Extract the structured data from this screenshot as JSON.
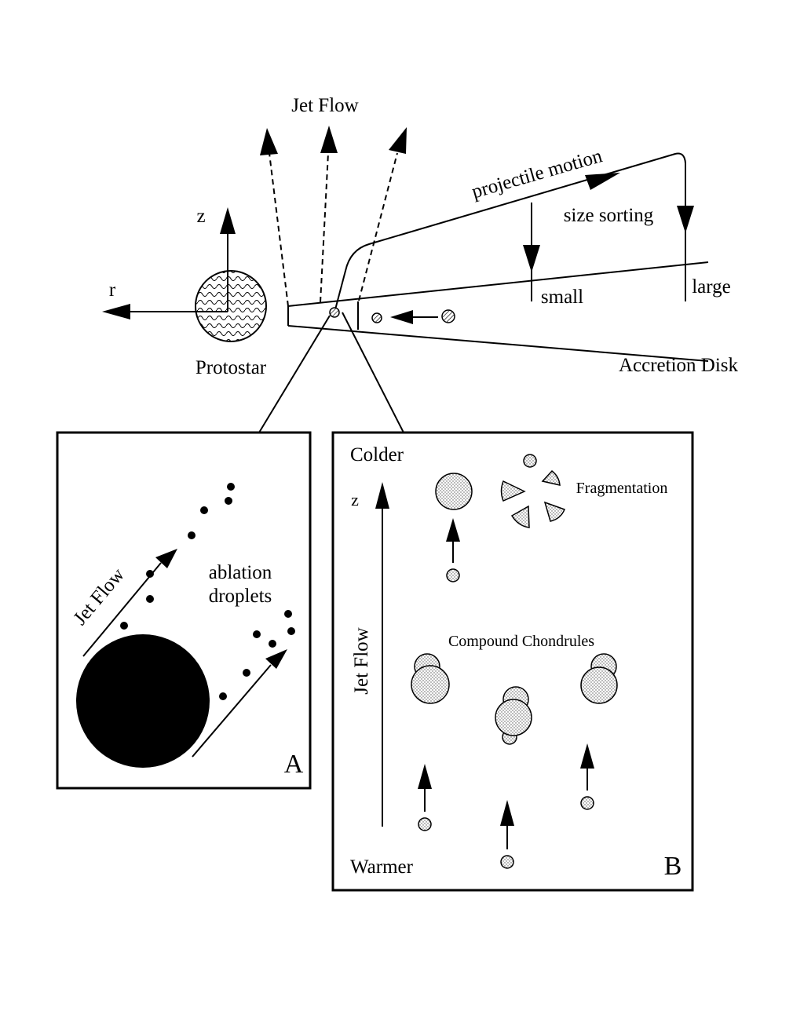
{
  "labels": {
    "jet_flow_top": "Jet Flow",
    "projectile_motion": "projectile motion",
    "size_sorting": "size sorting",
    "axis_z": "z",
    "axis_r": "r",
    "small": "small",
    "large": "large",
    "protostar": "Protostar",
    "accretion_disk": "Accretion Disk"
  },
  "panel_a": {
    "letter": "A",
    "jet_flow": "Jet Flow",
    "ablation_line1": "ablation",
    "ablation_line2": "droplets"
  },
  "panel_b": {
    "letter": "B",
    "colder": "Colder",
    "warmer": "Warmer",
    "axis_z": "z",
    "jet_flow": "Jet Flow",
    "fragmentation": "Fragmentation",
    "compound_chondrules": "Compound Chondrules"
  }
}
